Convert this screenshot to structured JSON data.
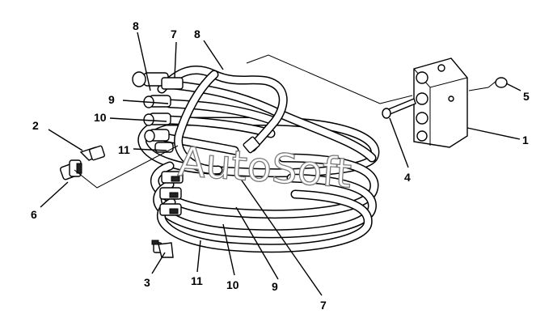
{
  "watermark": "AutoSoft",
  "callouts": {
    "c1": "1",
    "c2": "2",
    "c3": "3",
    "c4": "4",
    "c5": "5",
    "c6": "6",
    "c7_top": "7",
    "c7_bottom": "7",
    "c8_left": "8",
    "c8_right": "8",
    "c9_top": "9",
    "c9_bottom": "9",
    "c10_top": "10",
    "c10_bottom": "10",
    "c11_top": "11",
    "c11_bottom": "11"
  }
}
